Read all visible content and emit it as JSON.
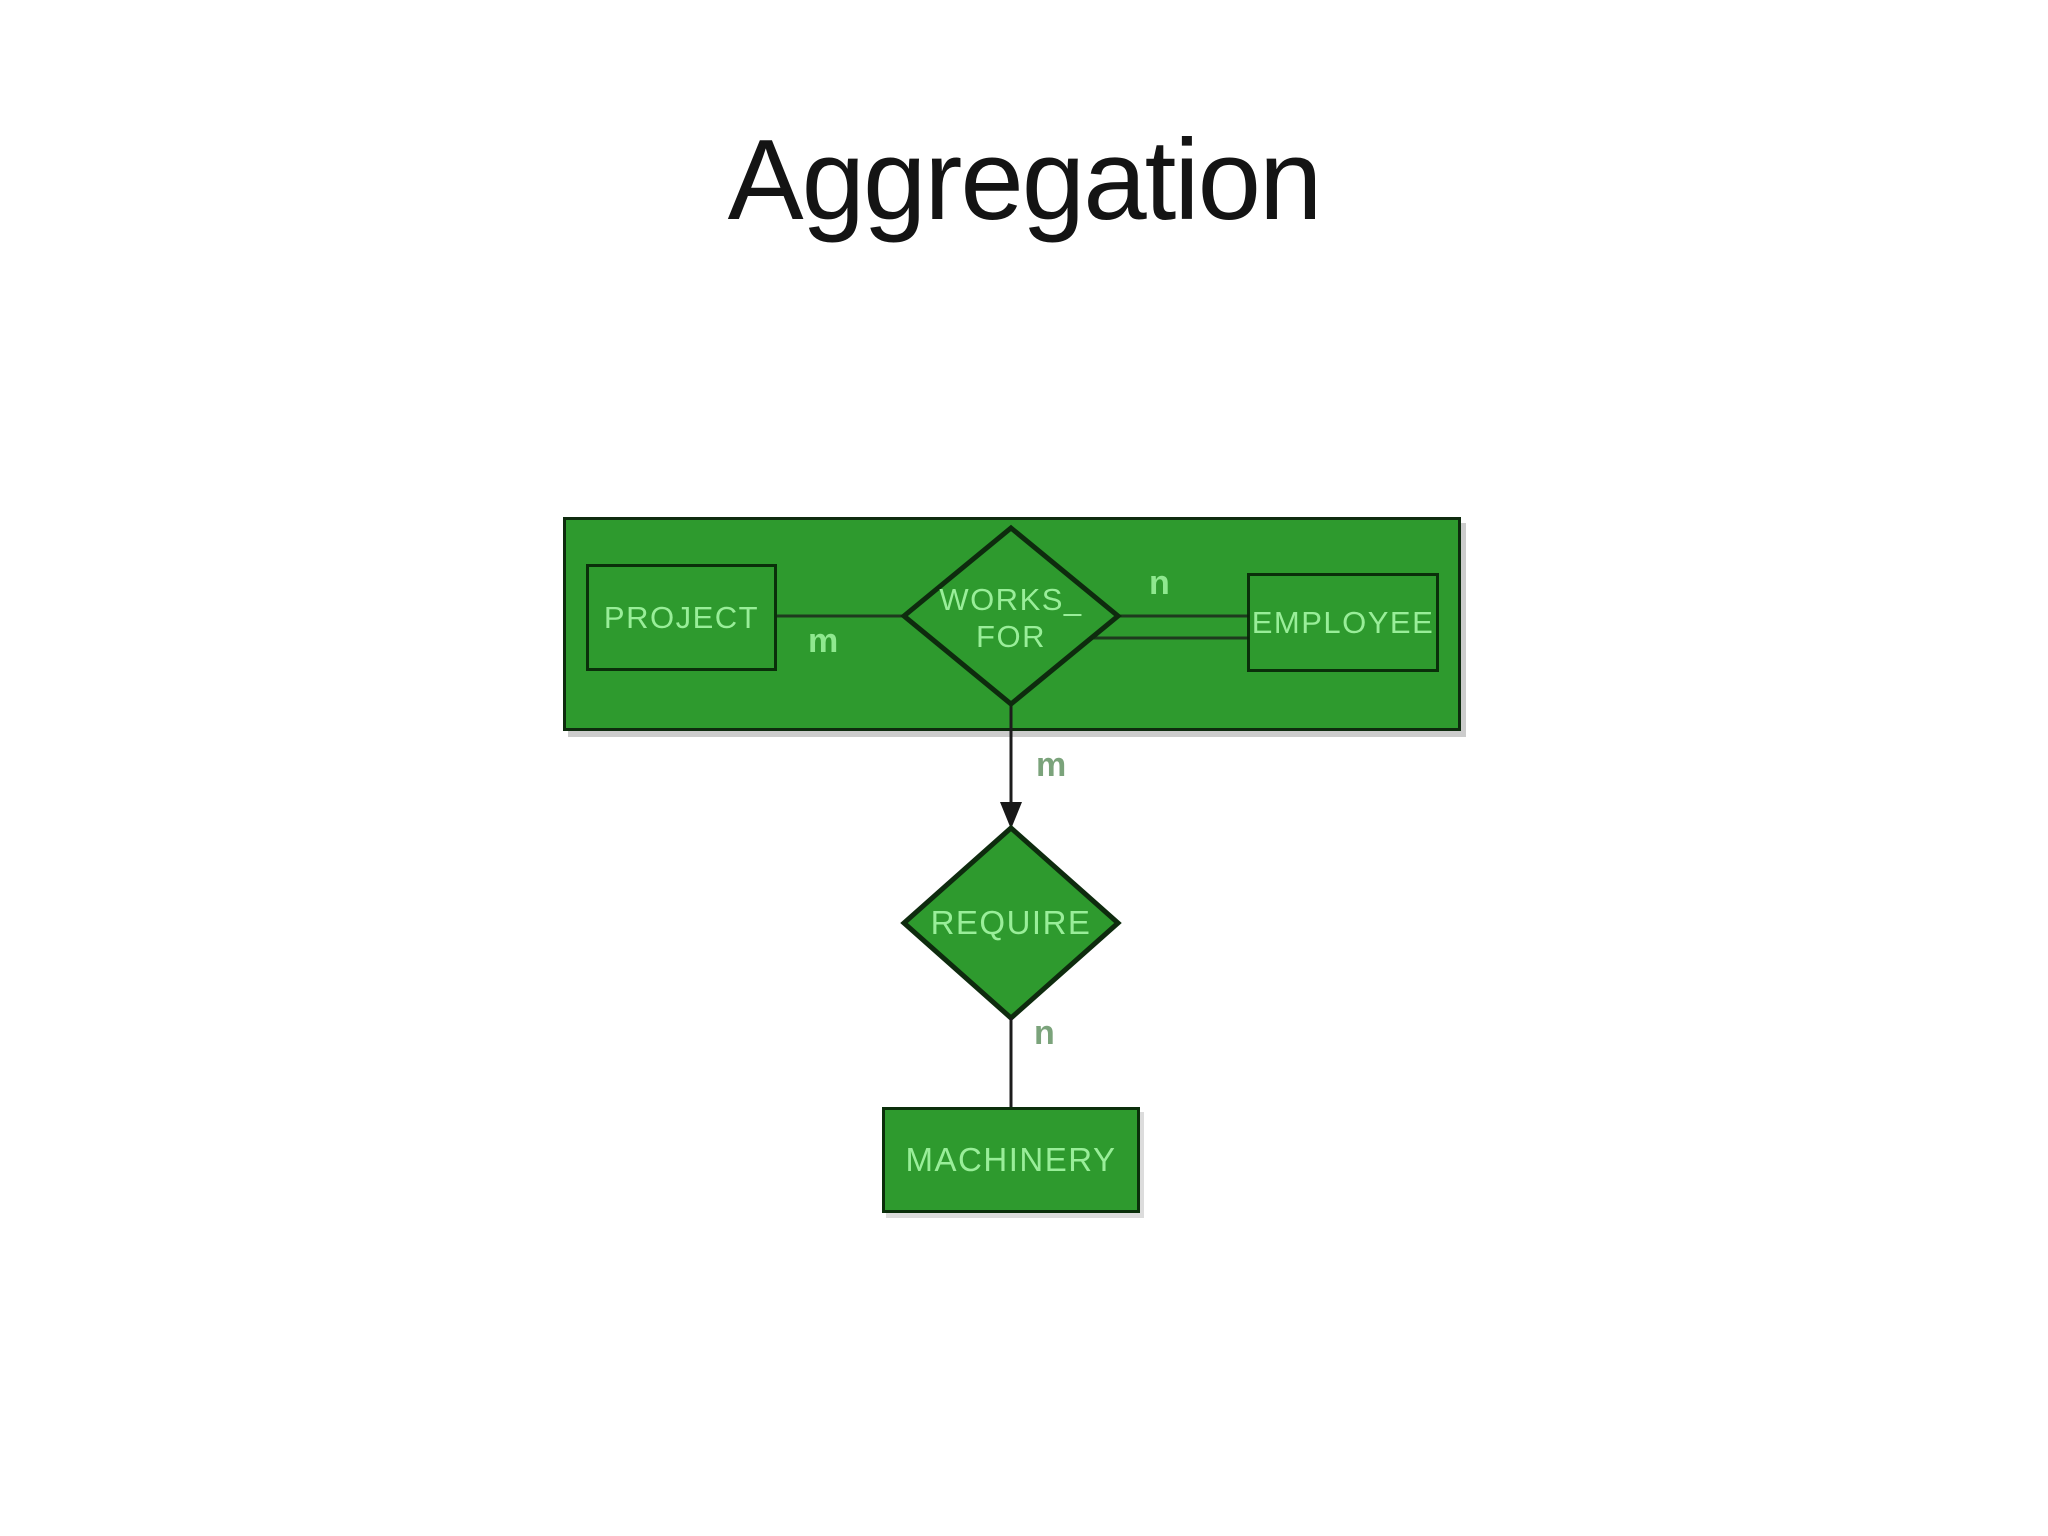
{
  "slide": {
    "title": "Aggregation"
  },
  "colors": {
    "fill_green": "#2e9a2e",
    "border_dark": "#0e2b0e",
    "entity_text": "#99ee99",
    "label_on_green": "#8fe88f",
    "label_on_white": "#7ba37b",
    "line_color": "#1c1c1c"
  },
  "diagram": {
    "aggregation": {
      "entities": [
        {
          "id": "project",
          "label": "PROJECT"
        },
        {
          "id": "employee",
          "label": "EMPLOYEE"
        }
      ],
      "relationship": {
        "label_line1": "WORKS_",
        "label_line2": "FOR"
      },
      "cardinalities": {
        "project_side": "m",
        "employee_side": "n"
      }
    },
    "require": {
      "relationship_label": "REQUIRE",
      "cardinality_from_aggregation": "m",
      "cardinality_to_machinery": "n"
    },
    "machinery": {
      "label": "MACHINERY"
    }
  }
}
